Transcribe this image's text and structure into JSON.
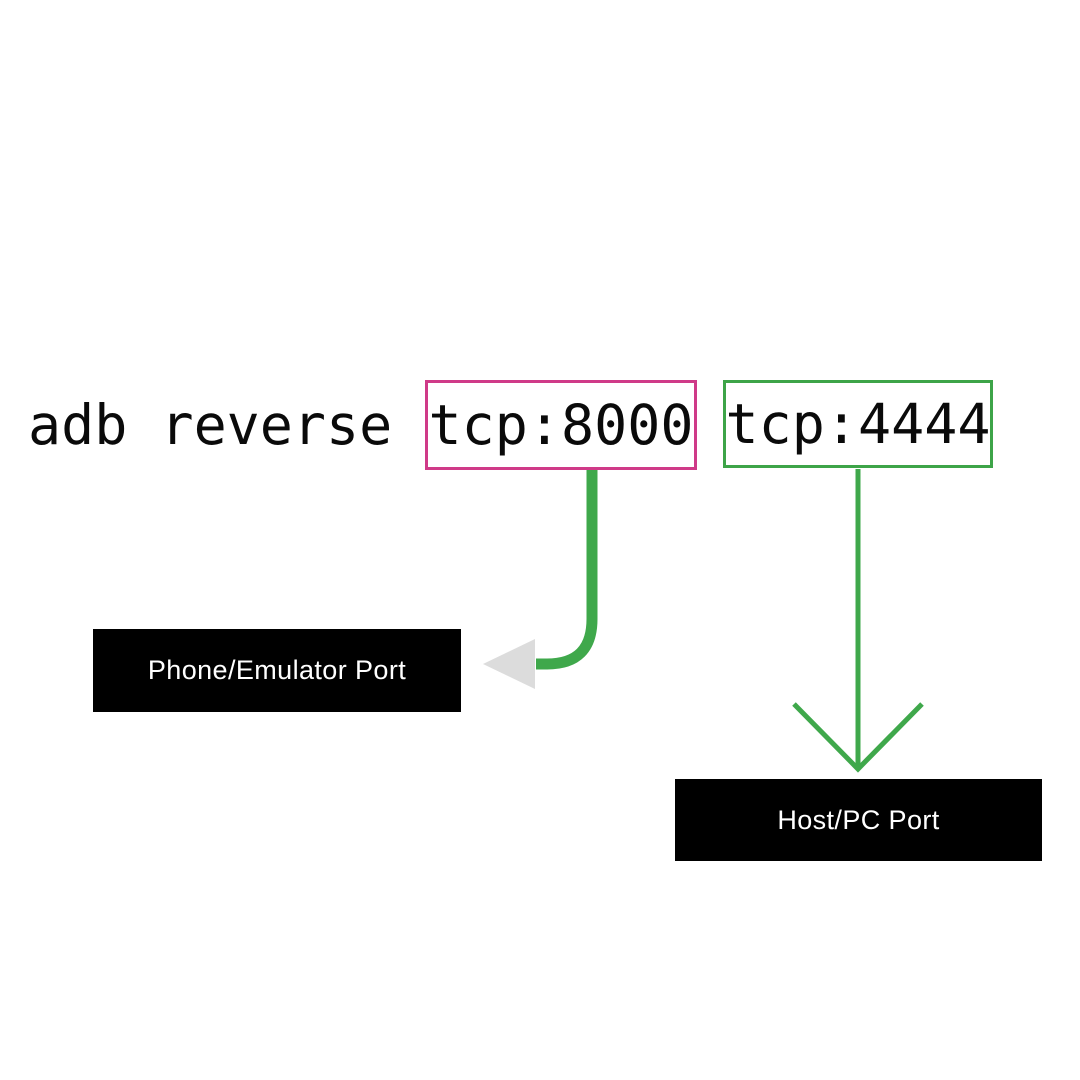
{
  "command": {
    "prefix": "adb reverse",
    "device_port": "tcp:8000",
    "host_port": "tcp:4444"
  },
  "port_labels": {
    "phone": "Phone/Emulator Port",
    "host": "Host/PC Port"
  },
  "colors": {
    "background": "#ffffff",
    "command_text": "#0a0a0a",
    "device_port_border": "#cf3a88",
    "host_port_border": "#3da448",
    "arrow_green": "#3fa84b",
    "arrowhead_gray": "#dcdcdc",
    "label_background": "#000000",
    "label_text": "#ffffff"
  },
  "icons": {
    "left_arrowhead": "triangle-left-icon",
    "down_arrowhead": "chevron-down-icon"
  }
}
